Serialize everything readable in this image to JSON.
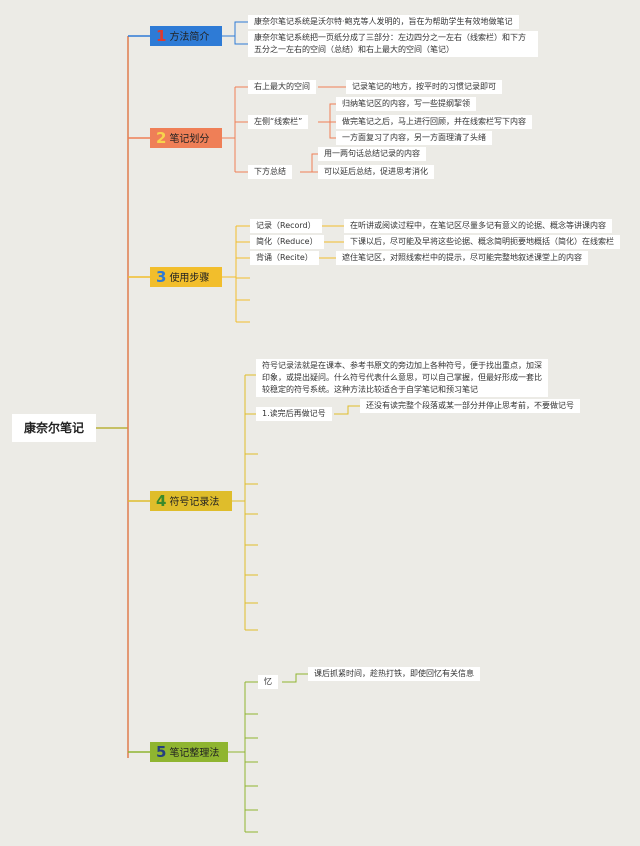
{
  "root": {
    "label": "康奈尔笔记"
  },
  "branches": [
    {
      "num": "1",
      "label": "方法简介",
      "color": "#2e7bd6",
      "num_color": "#e03a2f",
      "items": [
        {
          "text": "康奈尔笔记系统是沃尔特·鲍克等人发明的，旨在为帮助学生有效地做笔记"
        },
        {
          "text": "康奈尔笔记系统把一页纸分成了三部分：左边四分之一左右（线索栏）和下方五分之一左右的空间（总结）和右上最大的空间（笔记）"
        }
      ]
    },
    {
      "num": "2",
      "label": "笔记划分",
      "color": "#ef7f57",
      "num_color": "#f7d44c",
      "items": [
        {
          "text": "右上最大的空间",
          "children": [
            "记录笔记的地方，按平时的习惯记录即可"
          ]
        },
        {
          "text": "左侧“线索栏”",
          "children": [
            "归纳笔记区的内容，写一些提纲挈领",
            "做完笔记之后，马上进行回顾，并在线索栏写下内容",
            "一方面复习了内容，另一方面理清了头绪"
          ]
        },
        {
          "text": "下方总结",
          "children": [
            "用一两句话总结记录的内容",
            "可以延后总结，促进思考消化"
          ]
        }
      ]
    },
    {
      "num": "3",
      "label": "使用步骤",
      "color": "#f2be2c",
      "num_color": "#2f7ad3",
      "items": [
        {
          "text": "记录（Record）",
          "children": [
            "在听讲或阅读过程中，在笔记区尽量多记有意义的论据、概念等讲课内容"
          ]
        },
        {
          "text": "简化（Reduce）",
          "children": [
            "下课以后，尽可能及早将这些论据、概念简明扼要地概括（简化）在线索栏"
          ]
        },
        {
          "text": "背诵（Recite）",
          "children": [
            "遮住笔记区，对照线索栏中的提示，尽可能完整地叙述课堂上的内容"
          ]
        }
      ]
    },
    {
      "num": "4",
      "label": "符号记录法",
      "color": "#dfbd2b",
      "num_color": "#3a8a2b",
      "items": [
        {
          "text": "符号记录法就是在课本、参考书原文的旁边加上各种符号，便于找出重点，加深印象，或提出疑问。什么符号代表什么意思，可以自己掌握，但最好形成一套比较稳定的符号系统。这种方法比较适合于自学笔记和预习笔记"
        },
        {
          "text": "1.读完后再做记号",
          "children": [
            "还没有读完整个段落或某一部分并停止思考前，不要做记号"
          ]
        }
      ]
    },
    {
      "num": "5",
      "label": "笔记整理法",
      "color": "#8fb530",
      "num_color": "#25407e",
      "items": [
        {
          "text": "忆",
          "children": [
            "课后抓紧时间，趁热打铁，即使回忆有关信息"
          ]
        }
      ]
    }
  ]
}
